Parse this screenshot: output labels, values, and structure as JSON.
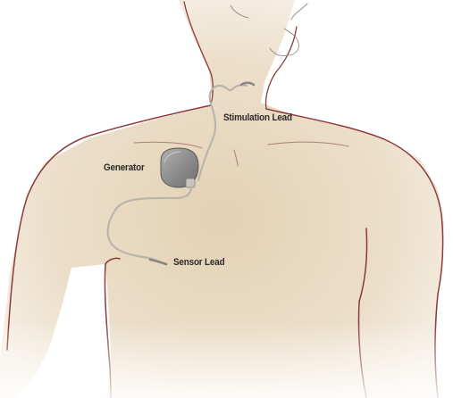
{
  "labels": {
    "stimulation_lead": "Stimulation Lead",
    "generator": "Generator",
    "sensor_lead": "Sensor Lead"
  },
  "colors": {
    "body_outline": "#8c3a3e",
    "skin_center": "#e3d1b4",
    "skin_edge": "#f4ede2",
    "lead": "#b9b4ac",
    "generator_fill": "#8d8d8d",
    "label_text": "#2b2b2b"
  }
}
